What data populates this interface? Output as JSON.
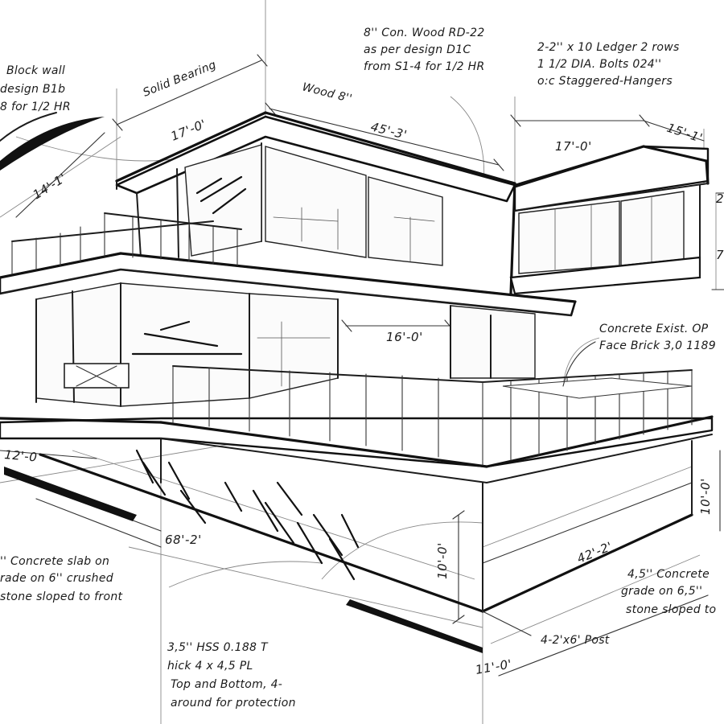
{
  "annotations": {
    "block_wall": [
      "Block wall",
      "design B1b",
      "8 for 1/2 HR"
    ],
    "solid_bearing": "Solid Bearing",
    "wood": "Wood 8''",
    "con_wood": [
      "8'' Con. Wood RD-22",
      "as per design D1C",
      "from S1-4 for 1/2 HR"
    ],
    "ledger": [
      "2-2'' x 10 Ledger 2 rows",
      "1 1/2 DIA. Bolts 024''",
      "o:c Staggered-Hangers"
    ],
    "concrete_exist": [
      "Concrete Exist. OP",
      "Face Brick 3,0 1189"
    ],
    "slab_left": [
      "'' Concrete slab on",
      "rade on 6'' crushed",
      "stone sloped to front"
    ],
    "slab_right": [
      "4,5'' Concrete",
      "grade on 6,5''",
      "stone sloped to"
    ],
    "hss": [
      "3,5'' HSS 0.188 T",
      "hick 4 x 4,5 PL",
      "Top and Bottom, 4-",
      "around for protection"
    ],
    "post": "4-2'x6' Post"
  },
  "dimensions": {
    "d_17_top": "17'-0'",
    "d_45_3": "45'-3'",
    "d_17_right": "17'-0'",
    "d_15_1": "15'-1'",
    "d_14_1": "14'-1'",
    "d_16_0": "16'-0'",
    "d_12_0": "12'-0",
    "d_68_2": "68'-2'",
    "d_42_2": "42'-2'",
    "d_10_0_center": "10'-0'",
    "d_10_0_right": "10'-0'",
    "d_11_0": "11'-0'",
    "d_edge_2": "2",
    "d_edge_7": "7"
  }
}
